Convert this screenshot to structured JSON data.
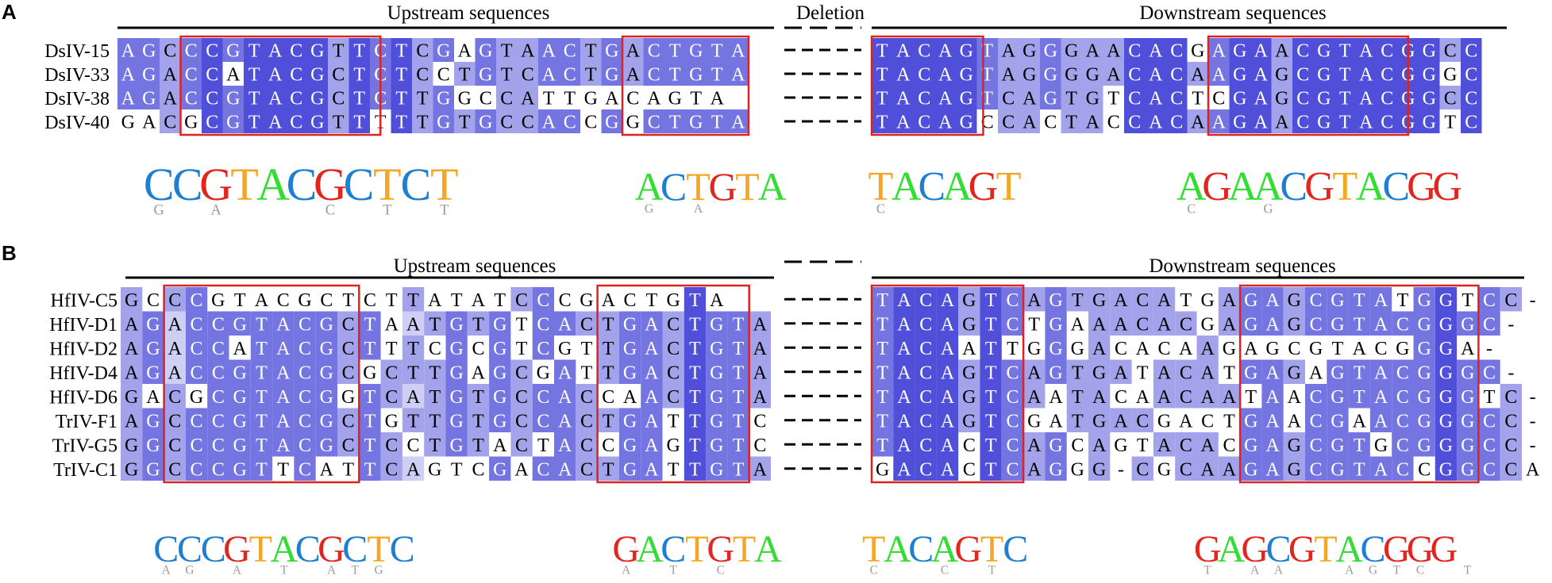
{
  "palette": {
    "dark": "#4f4fd9",
    "mid": "#7575e2",
    "light": "#a3a3ec",
    "pale": "#cfcff5",
    "white": "#ffffff",
    "box": "#dd2222",
    "logoA": "#33dd33",
    "logoC": "#1e7ed2",
    "logoG": "#e2261f",
    "logoT": "#f5a623"
  },
  "panels": [
    {
      "letter": "A",
      "upstream_label": "Upstream sequences",
      "deletion_label": "Deletion",
      "downstream_label": "Downstream sequences",
      "rows": [
        {
          "name": "DsIV-15",
          "up": "AGCCCGTACGTTCTCGAGTAACTGACTGTA",
          "down": "TACAGTAGGGAACACGAGAACGTACGGCC"
        },
        {
          "name": "DsIV-33",
          "up": "AGACCATACGCTCTCCTGTCACTGACTGTA",
          "down": "TACAGTAGGGGACACAAGAGCGTACGGGC"
        },
        {
          "name": "DsIV-38",
          "up": "AGACCGTACGCTCTTGGCCATTGACAGTA",
          "down": "TACAGTCAGTGTCACTCGAGCGTACGGCC"
        },
        {
          "name": "DsIV-40",
          "up": "GACGCGTACGTTTTTGTGCCACCGGCTGTA",
          "down": "TACAGCCACTACCACAAGAACGTACGGTC"
        }
      ],
      "logos": [
        {
          "id": "a1",
          "main": "CCGTACGCTCT",
          "sub": "G A   C T T"
        },
        {
          "id": "a2",
          "main": "ACTGTA",
          "sub": "G A"
        },
        {
          "id": "a3",
          "main": "TACAGT",
          "sub": "C"
        },
        {
          "id": "a4",
          "main": "AGAACGTACGG",
          "sub": "C  G"
        }
      ]
    },
    {
      "letter": "B",
      "upstream_label": "Upstream sequences",
      "downstream_label": "Downstream sequences",
      "rows": [
        {
          "name": "HfIV-C5",
          "up": "GCCCGTACGCTCTTATATCCCGACTGTA",
          "down": "TACAGTCAGTGACATGAGAGCGTATGGTCC-"
        },
        {
          "name": "HfIV-D1",
          "up": "AGACCGTACGCTAATGTGTCACTGACTGTA",
          "down": "TACAGTCTGAAACACGAGAGCGTACGGGC-"
        },
        {
          "name": "HfIV-D2",
          "up": "AGACCATACGCTTTCGCGTCGTTGACTGTA",
          "down": "TACAATTGGGACACAAGAGCGTACGGGA-"
        },
        {
          "name": "HfIV-D4",
          "up": "AGACCGTACGCGCTTGAGCGATTGACTGTA",
          "down": "TACAGTCAGTGATACATGAGAGTACGGGC-"
        },
        {
          "name": "HfIV-D6",
          "up": "GACGCGTACGGTCATGTGCCACCAACTGTA",
          "down": "TACAGTCAATACAACAATAACGTACGGGTC-"
        },
        {
          "name": "TrIV-F1",
          "up": "AGCCCGTACGCTGTTGTGCCACTGATTGTC",
          "down": "TACAGTCGATGACGACTGAACGAACGGGCC-"
        },
        {
          "name": "TrIV-G5",
          "up": "GGCCCGTACGCTCCTGTACTACCGAGTGTC",
          "down": "TACACTCAGCAGTACACGAGCGTGCGGGCC-"
        },
        {
          "name": "TrIV-C1",
          "up": "GGCCCGTTCATTCAGTCGACACTGATTGTA",
          "down": "GACACTCAGGG-CGCAAGAGCGTACCGGCCA"
        }
      ],
      "logos": [
        {
          "id": "b1",
          "main": "CCCGTACGCTC",
          "sub": "AG A T ATG"
        },
        {
          "id": "b2",
          "main": "GACTGTA",
          "sub": "A T C"
        },
        {
          "id": "b3",
          "main": "TACAGTC",
          "sub": "C  C T"
        },
        {
          "id": "b4",
          "main": "GAGCGTACGGG",
          "sub": "T AA  AGTC T"
        }
      ]
    }
  ]
}
